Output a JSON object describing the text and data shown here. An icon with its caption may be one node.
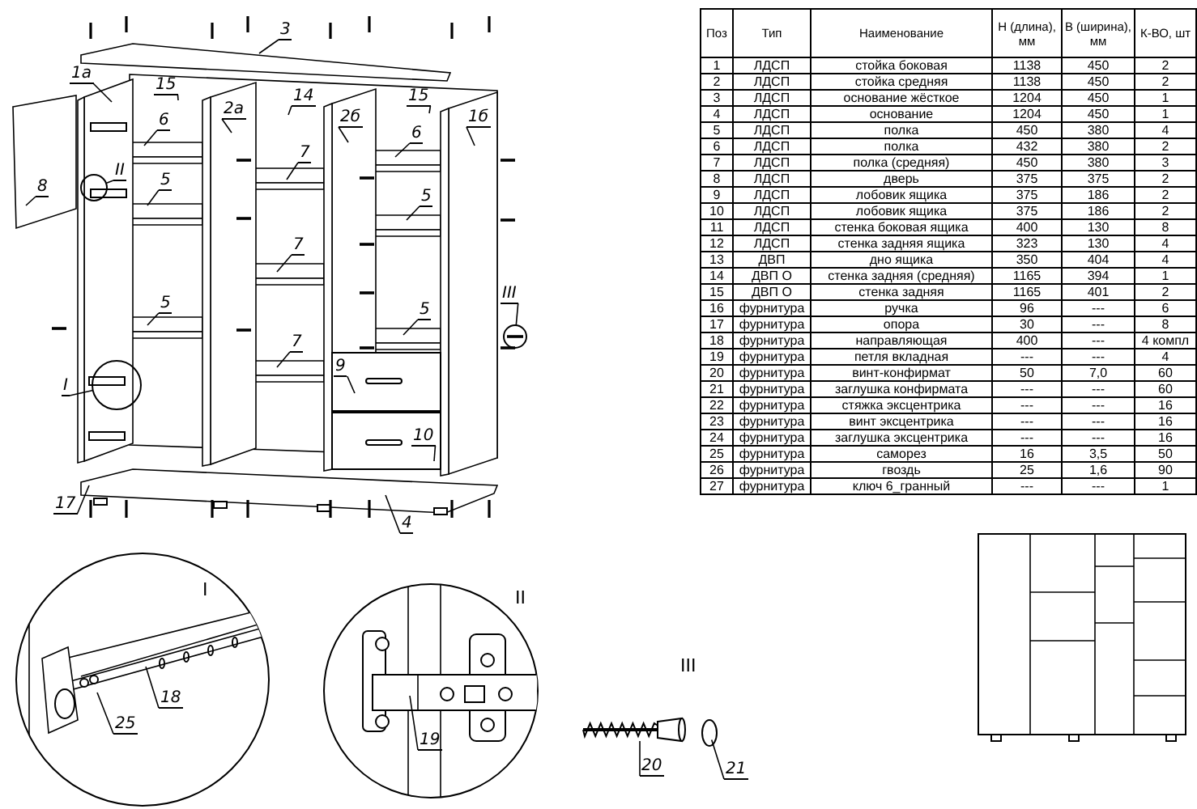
{
  "diagram": {
    "nodes": [
      {
        "text": [
          "3"
        ]
      },
      {
        "text": [
          "1а"
        ]
      },
      {
        "text": [
          "15"
        ]
      },
      {
        "text": [
          "14"
        ]
      },
      {
        "text": [
          "2а"
        ]
      },
      {
        "text": [
          "15"
        ]
      },
      {
        "text": [
          "2б"
        ]
      },
      {
        "text": [
          "1б"
        ]
      },
      {
        "text": [
          "6"
        ]
      },
      {
        "text": [
          "6"
        ]
      },
      {
        "text": [
          "7"
        ]
      },
      {
        "text": [
          "II"
        ]
      },
      {
        "text": [
          "8"
        ]
      },
      {
        "text": [
          "5"
        ]
      },
      {
        "text": [
          "5"
        ]
      },
      {
        "text": [
          "7"
        ]
      },
      {
        "text": [
          "5"
        ]
      },
      {
        "text": [
          "5"
        ]
      },
      {
        "text": [
          "III"
        ]
      },
      {
        "text": [
          "7"
        ]
      },
      {
        "text": [
          "9"
        ]
      },
      {
        "text": [
          "I"
        ]
      },
      {
        "text": [
          "10"
        ]
      },
      {
        "text": [
          "17"
        ]
      },
      {
        "text": [
          "4"
        ]
      },
      {
        "text": [
          "18"
        ]
      },
      {
        "text": [
          "25"
        ]
      },
      {
        "text": [
          "19"
        ]
      },
      {
        "text": [
          "20"
        ]
      },
      {
        "text": [
          "21"
        ]
      },
      {
        "text": [],
        "shape": "circle"
      },
      {
        "text": [],
        "shape": "circle"
      },
      {
        "text": [],
        "shape": "circle"
      },
      {
        "text": [],
        "shape": "picture"
      },
      {
        "text": [],
        "shape": "circle"
      }
    ],
    "edges": [
      {
        "from": 0,
        "to": null,
        "arrow": "none"
      },
      {
        "from": 1,
        "to": null,
        "arrow": "none"
      },
      {
        "from": 2,
        "to": null,
        "arrow": "none"
      },
      {
        "from": 3,
        "to": null,
        "arrow": "none"
      },
      {
        "from": 4,
        "to": null,
        "arrow": "none"
      },
      {
        "from": 5,
        "to": null,
        "arrow": "none"
      },
      {
        "from": 6,
        "to": null,
        "arrow": "none"
      },
      {
        "from": 7,
        "to": null,
        "arrow": "none"
      },
      {
        "from": 8,
        "to": null,
        "arrow": "none"
      },
      {
        "from": 9,
        "to": null,
        "arrow": "none"
      },
      {
        "from": 10,
        "to": null,
        "arrow": "none"
      },
      {
        "from": 11,
        "to": 30,
        "arrow": "none"
      },
      {
        "from": 12,
        "to": null,
        "arrow": "none"
      },
      {
        "from": 13,
        "to": null,
        "arrow": "none"
      },
      {
        "from": 14,
        "to": null,
        "arrow": "none"
      },
      {
        "from": 15,
        "to": null,
        "arrow": "none"
      },
      {
        "from": 16,
        "to": null,
        "arrow": "none"
      },
      {
        "from": 17,
        "to": null,
        "arrow": "none"
      },
      {
        "from": 18,
        "to": 31,
        "arrow": "none"
      },
      {
        "from": 19,
        "to": null,
        "arrow": "none"
      },
      {
        "from": 20,
        "to": null,
        "arrow": "none"
      },
      {
        "from": 21,
        "to": 32,
        "arrow": "none"
      },
      {
        "from": 22,
        "to": null,
        "arrow": "none"
      },
      {
        "from": 23,
        "to": null,
        "arrow": "none"
      },
      {
        "from": 24,
        "to": null,
        "arrow": "none"
      },
      {
        "from": 25,
        "to": null,
        "arrow": "none"
      },
      {
        "from": 26,
        "to": null,
        "arrow": "none"
      },
      {
        "from": 27,
        "to": null,
        "arrow": "none"
      },
      {
        "from": 28,
        "to": 33,
        "arrow": "none"
      },
      {
        "from": 29,
        "to": 34,
        "arrow": "none"
      }
    ],
    "labels": [
      "Поз",
      "Тип",
      "Наименование",
      "H (длина), мм",
      "B (ширина), мм",
      "К-ВО, шт",
      "1",
      "ЛДСП",
      "стойка боковая",
      "1138",
      "450",
      "2",
      "2",
      "ЛДСП",
      "стойка средняя",
      "1138",
      "450",
      "2",
      "3",
      "ЛДСП",
      "основание жёсткое",
      "1204",
      "450",
      "1",
      "4",
      "ЛДСП",
      "основание",
      "1204",
      "450",
      "1",
      "5",
      "ЛДСП",
      "полка",
      "450",
      "380",
      "4",
      "6",
      "ЛДСП",
      "полка",
      "432",
      "380",
      "2",
      "7",
      "ЛДСП",
      "полка (средняя)",
      "450",
      "380",
      "3",
      "8",
      "ЛДСП",
      "дверь",
      "375",
      "375",
      "2",
      "9",
      "ЛДСП",
      "лобовик ящика",
      "375",
      "186",
      "2",
      "10",
      "ЛДСП",
      "лобовик ящика",
      "375",
      "186",
      "2",
      "11",
      "ЛДСП",
      "стенка боковая ящика",
      "400",
      "130",
      "8",
      "12",
      "ЛДСП",
      "стенка задняя ящика",
      "323",
      "130",
      "4",
      "13",
      "ДВП",
      "дно ящика",
      "350",
      "404",
      "4",
      "14",
      "ДВП О",
      "стенка задняя (средняя)",
      "1165",
      "394",
      "1",
      "15",
      "ДВП О",
      "стенка задняя",
      "1165",
      "401",
      "2",
      "16",
      "фурнитура",
      "ручка",
      "96",
      "---",
      "6",
      "17",
      "фурнитура",
      "опора",
      "30",
      "---",
      "8",
      "18",
      "фурнитура",
      "направляющая",
      "400",
      "---",
      "4 компл",
      "19",
      "фурнитура",
      "петля вкладная",
      "---",
      "---",
      "4",
      "20",
      "фурнитура",
      "винт-конфирмат",
      "50",
      "7,0",
      "60",
      "21",
      "фурнитура",
      "заглушка конфирмата",
      "---",
      "---",
      "60",
      "22",
      "фурнитура",
      "стяжка эксцентрика",
      "---",
      "---",
      "16",
      "23",
      "фурнитура",
      "винт эксцентрика",
      "---",
      "---",
      "16",
      "24",
      "фурнитура",
      "заглушка эксцентрика",
      "---",
      "---",
      "16",
      "25",
      "фурнитура",
      "саморез",
      "16",
      "3,5",
      "50",
      "26",
      "фурнитура",
      "гвоздь",
      "25",
      "1,6",
      "90",
      "27",
      "фурнитура",
      "ключ 6_гранный",
      "---",
      "---",
      "1",
      "I",
      "II",
      "III"
    ]
  }
}
